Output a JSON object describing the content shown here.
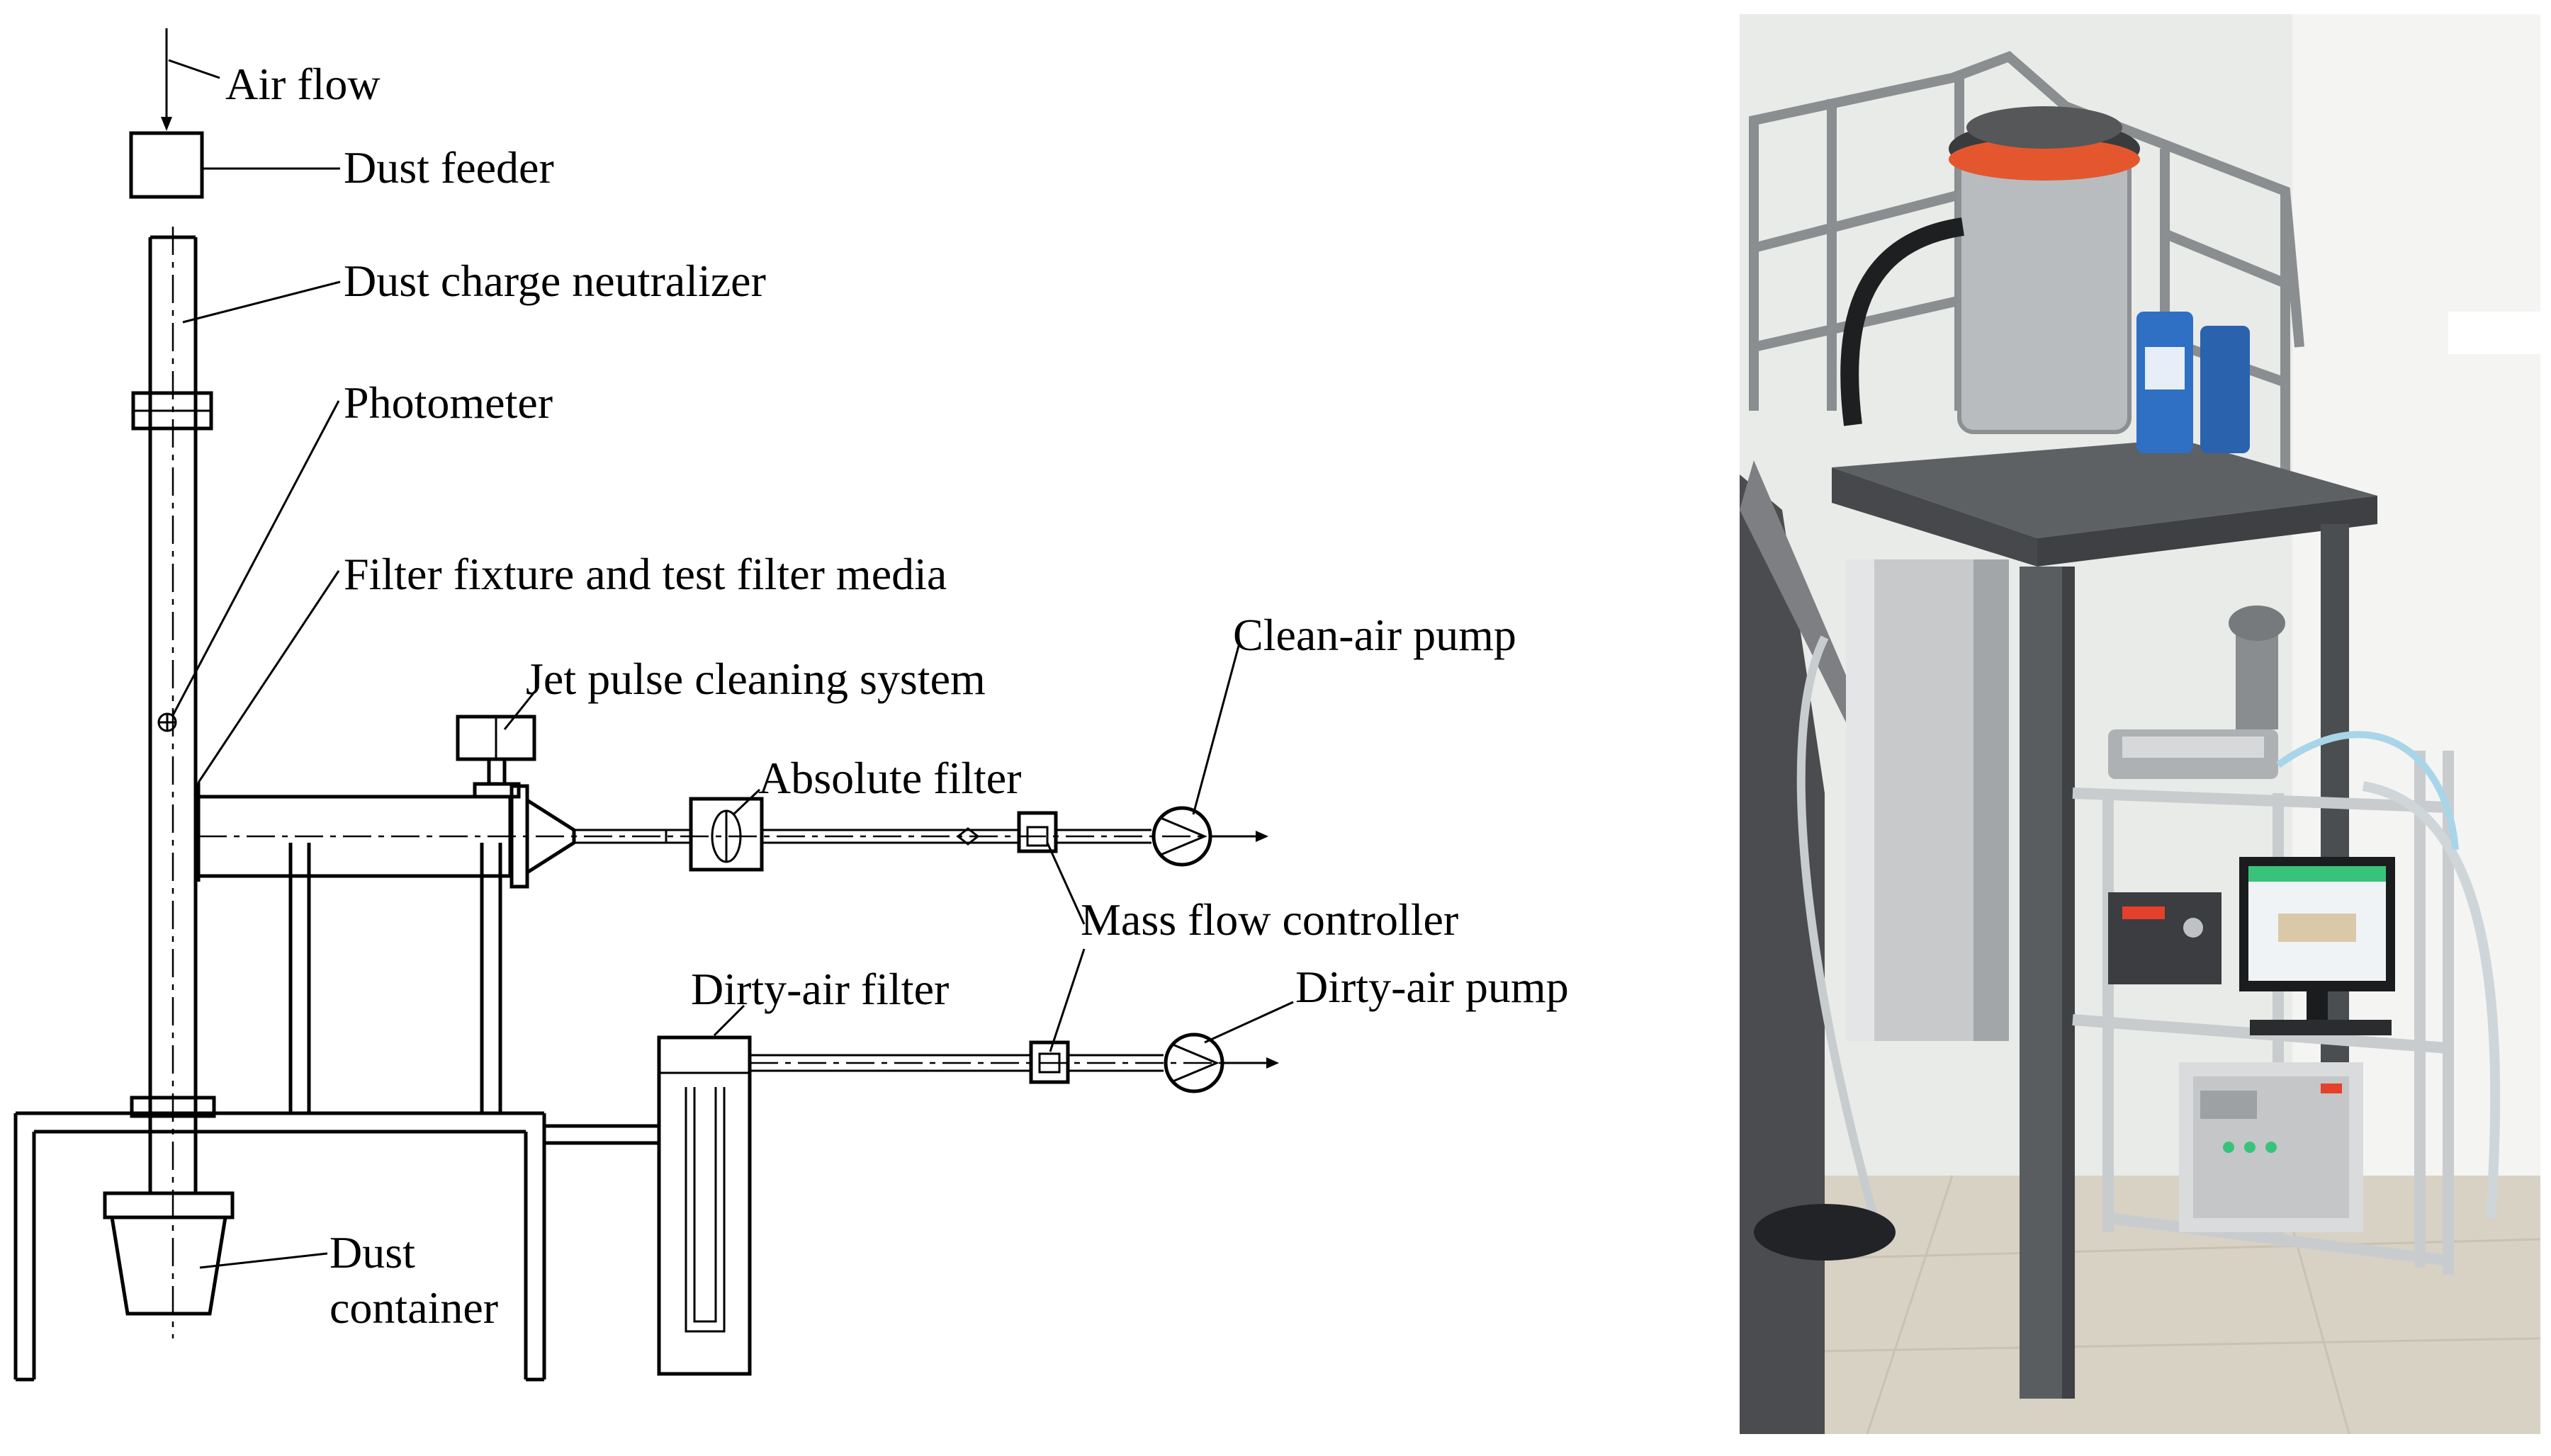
{
  "schematic": {
    "labels": {
      "air_flow": "Air flow",
      "dust_feeder": "Dust feeder",
      "dust_charge_neutralizer": "Dust charge neutralizer",
      "photometer": "Photometer",
      "filter_fixture": "Filter fixture and test filter media",
      "jet_pulse": "Jet pulse cleaning system",
      "clean_air_pump": "Clean-air pump",
      "absolute_filter": "Absolute filter",
      "mass_flow_controller": "Mass flow controller",
      "dirty_air_filter": "Dirty-air filter",
      "dirty_air_pump": "Dirty-air pump",
      "dust_container_line1": "Dust",
      "dust_container_line2": "container"
    }
  },
  "colors": {
    "line": "#000000",
    "background": "#ffffff",
    "photo_wall": "#e9ebe8",
    "photo_floor": "#d8d2c4",
    "frame_gray": "#6c6f72",
    "vacuum_orange": "#e4572e",
    "drum_blue": "#2f6fc4",
    "monitor_green": "#39c37a"
  }
}
